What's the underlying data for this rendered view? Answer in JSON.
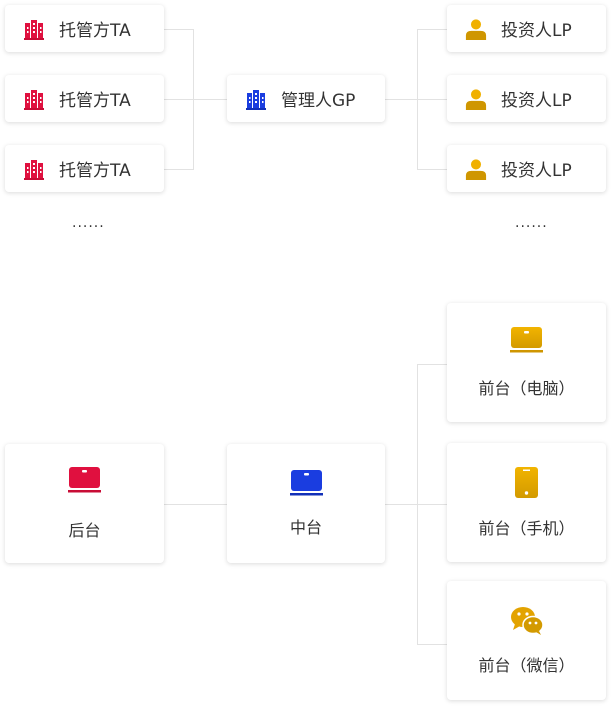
{
  "top": {
    "custodians": [
      {
        "label": "托管方TA",
        "icon": "building-icon"
      },
      {
        "label": "托管方TA",
        "icon": "building-icon"
      },
      {
        "label": "托管方TA",
        "icon": "building-icon"
      }
    ],
    "custodians_more": "......",
    "manager": {
      "label": "管理人GP",
      "icon": "building-icon"
    },
    "investors": [
      {
        "label": "投资人LP",
        "icon": "user-icon"
      },
      {
        "label": "投资人LP",
        "icon": "user-icon"
      },
      {
        "label": "投资人LP",
        "icon": "user-icon"
      }
    ],
    "investors_more": "......"
  },
  "bottom": {
    "backend": {
      "label": "后台",
      "icon": "laptop-icon"
    },
    "middle": {
      "label": "中台",
      "icon": "laptop-icon"
    },
    "frontends": [
      {
        "label": "前台（电脑）",
        "icon": "laptop-icon"
      },
      {
        "label": "前台（手机）",
        "icon": "phone-icon"
      },
      {
        "label": "前台（微信）",
        "icon": "wechat-icon"
      }
    ]
  },
  "colors": {
    "red": "#e0103f",
    "blue": "#1a3de0",
    "gold": "#e3a300",
    "line": "#e2e2e2"
  }
}
